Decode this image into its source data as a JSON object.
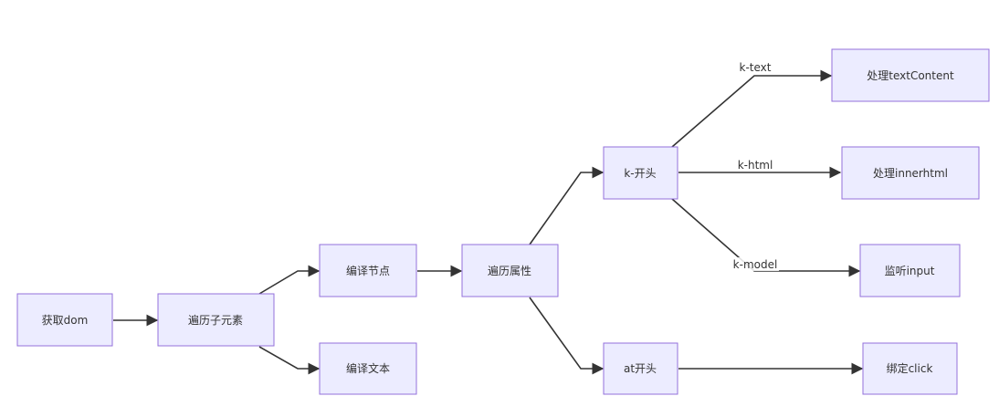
{
  "diagram": {
    "colors": {
      "node_fill": "#ececff",
      "node_border": "#9370db",
      "edge": "#333333",
      "text": "#333333"
    },
    "nodes": {
      "get_dom": "获取dom",
      "traverse_children": "遍历子元素",
      "compile_node": "编译节点",
      "compile_text": "编译文本",
      "traverse_attrs": "遍历属性",
      "k_prefix": "k-开头",
      "at_prefix": "at开头",
      "handle_textcontent": "处理textContent",
      "handle_innerhtml": "处理innerhtml",
      "listen_input": "监听input",
      "bind_click": "绑定click"
    },
    "edge_labels": {
      "k_text": "k-text",
      "k_html": "k-html",
      "k_model": "k-model"
    }
  }
}
